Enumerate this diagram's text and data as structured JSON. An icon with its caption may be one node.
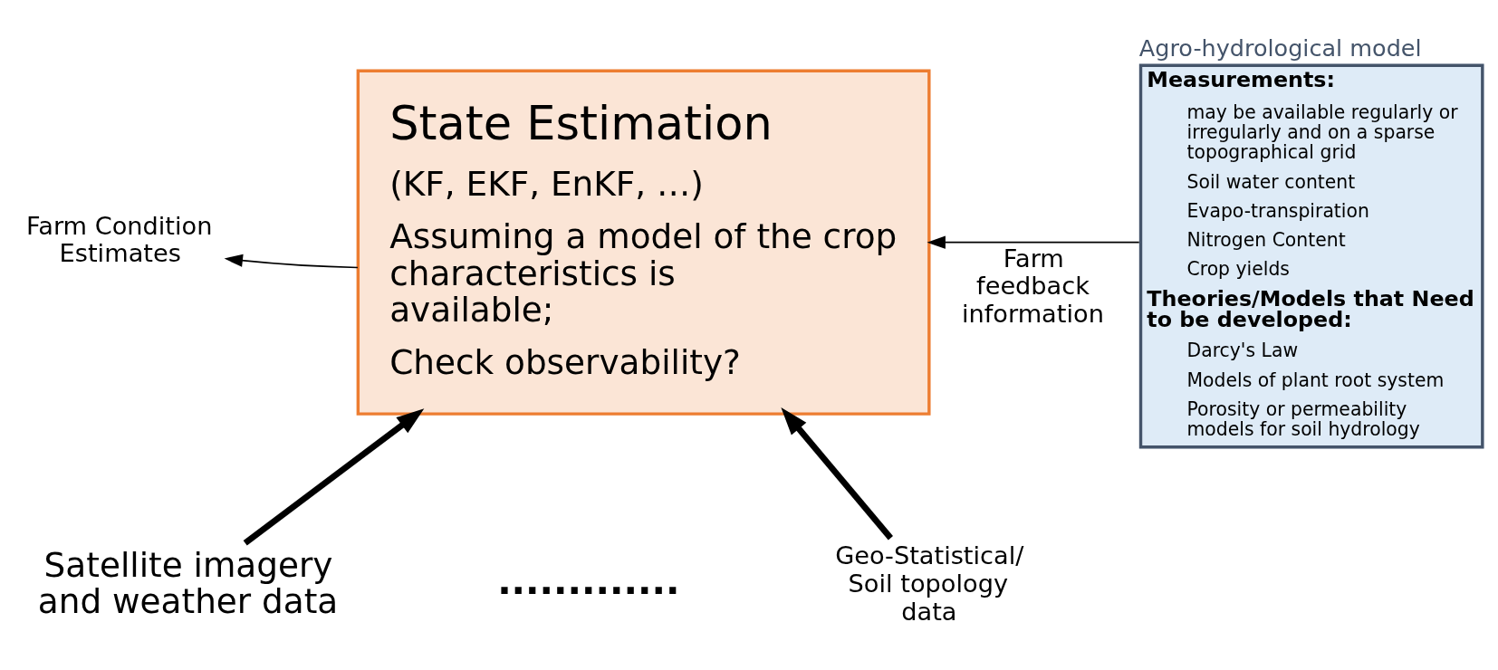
{
  "diagram": {
    "nodes": [
      {
        "text": [
          "State Estimation",
          "(KF, EKF, EnKF, …)",
          "Assuming a model of the crop characteristics is available;",
          "Check observability?"
        ]
      },
      {
        "text": [
          "Farm Condition Estimates"
        ]
      },
      {
        "text": [
          "Agro-hydrological model",
          "Measurements:",
          "may be available regularly or irregularly and on a sparse topographical grid",
          "Soil water content",
          "Evapo-transpiration",
          "Nitrogen Content",
          "Crop yields",
          "Theories/Models that Need to be developed:",
          "Darcy's Law",
          "Models of plant root system",
          "Porosity or permeability models for soil hydrology"
        ]
      },
      {
        "text": [
          "Satellite imagery and weather data"
        ]
      },
      {
        "text": [
          "Geo-Statistical/ Soil topology data"
        ]
      }
    ],
    "edges": [
      {
        "from": 0,
        "to": 1,
        "arrow": "to"
      },
      {
        "from": 2,
        "to": 0,
        "arrow": "to",
        "label": "Farm feedback information"
      },
      {
        "from": 3,
        "to": 0,
        "arrow": "to",
        "style": "thick"
      },
      {
        "from": 4,
        "to": 0,
        "arrow": "to",
        "style": "thick"
      }
    ],
    "labels": [
      "............."
    ]
  }
}
